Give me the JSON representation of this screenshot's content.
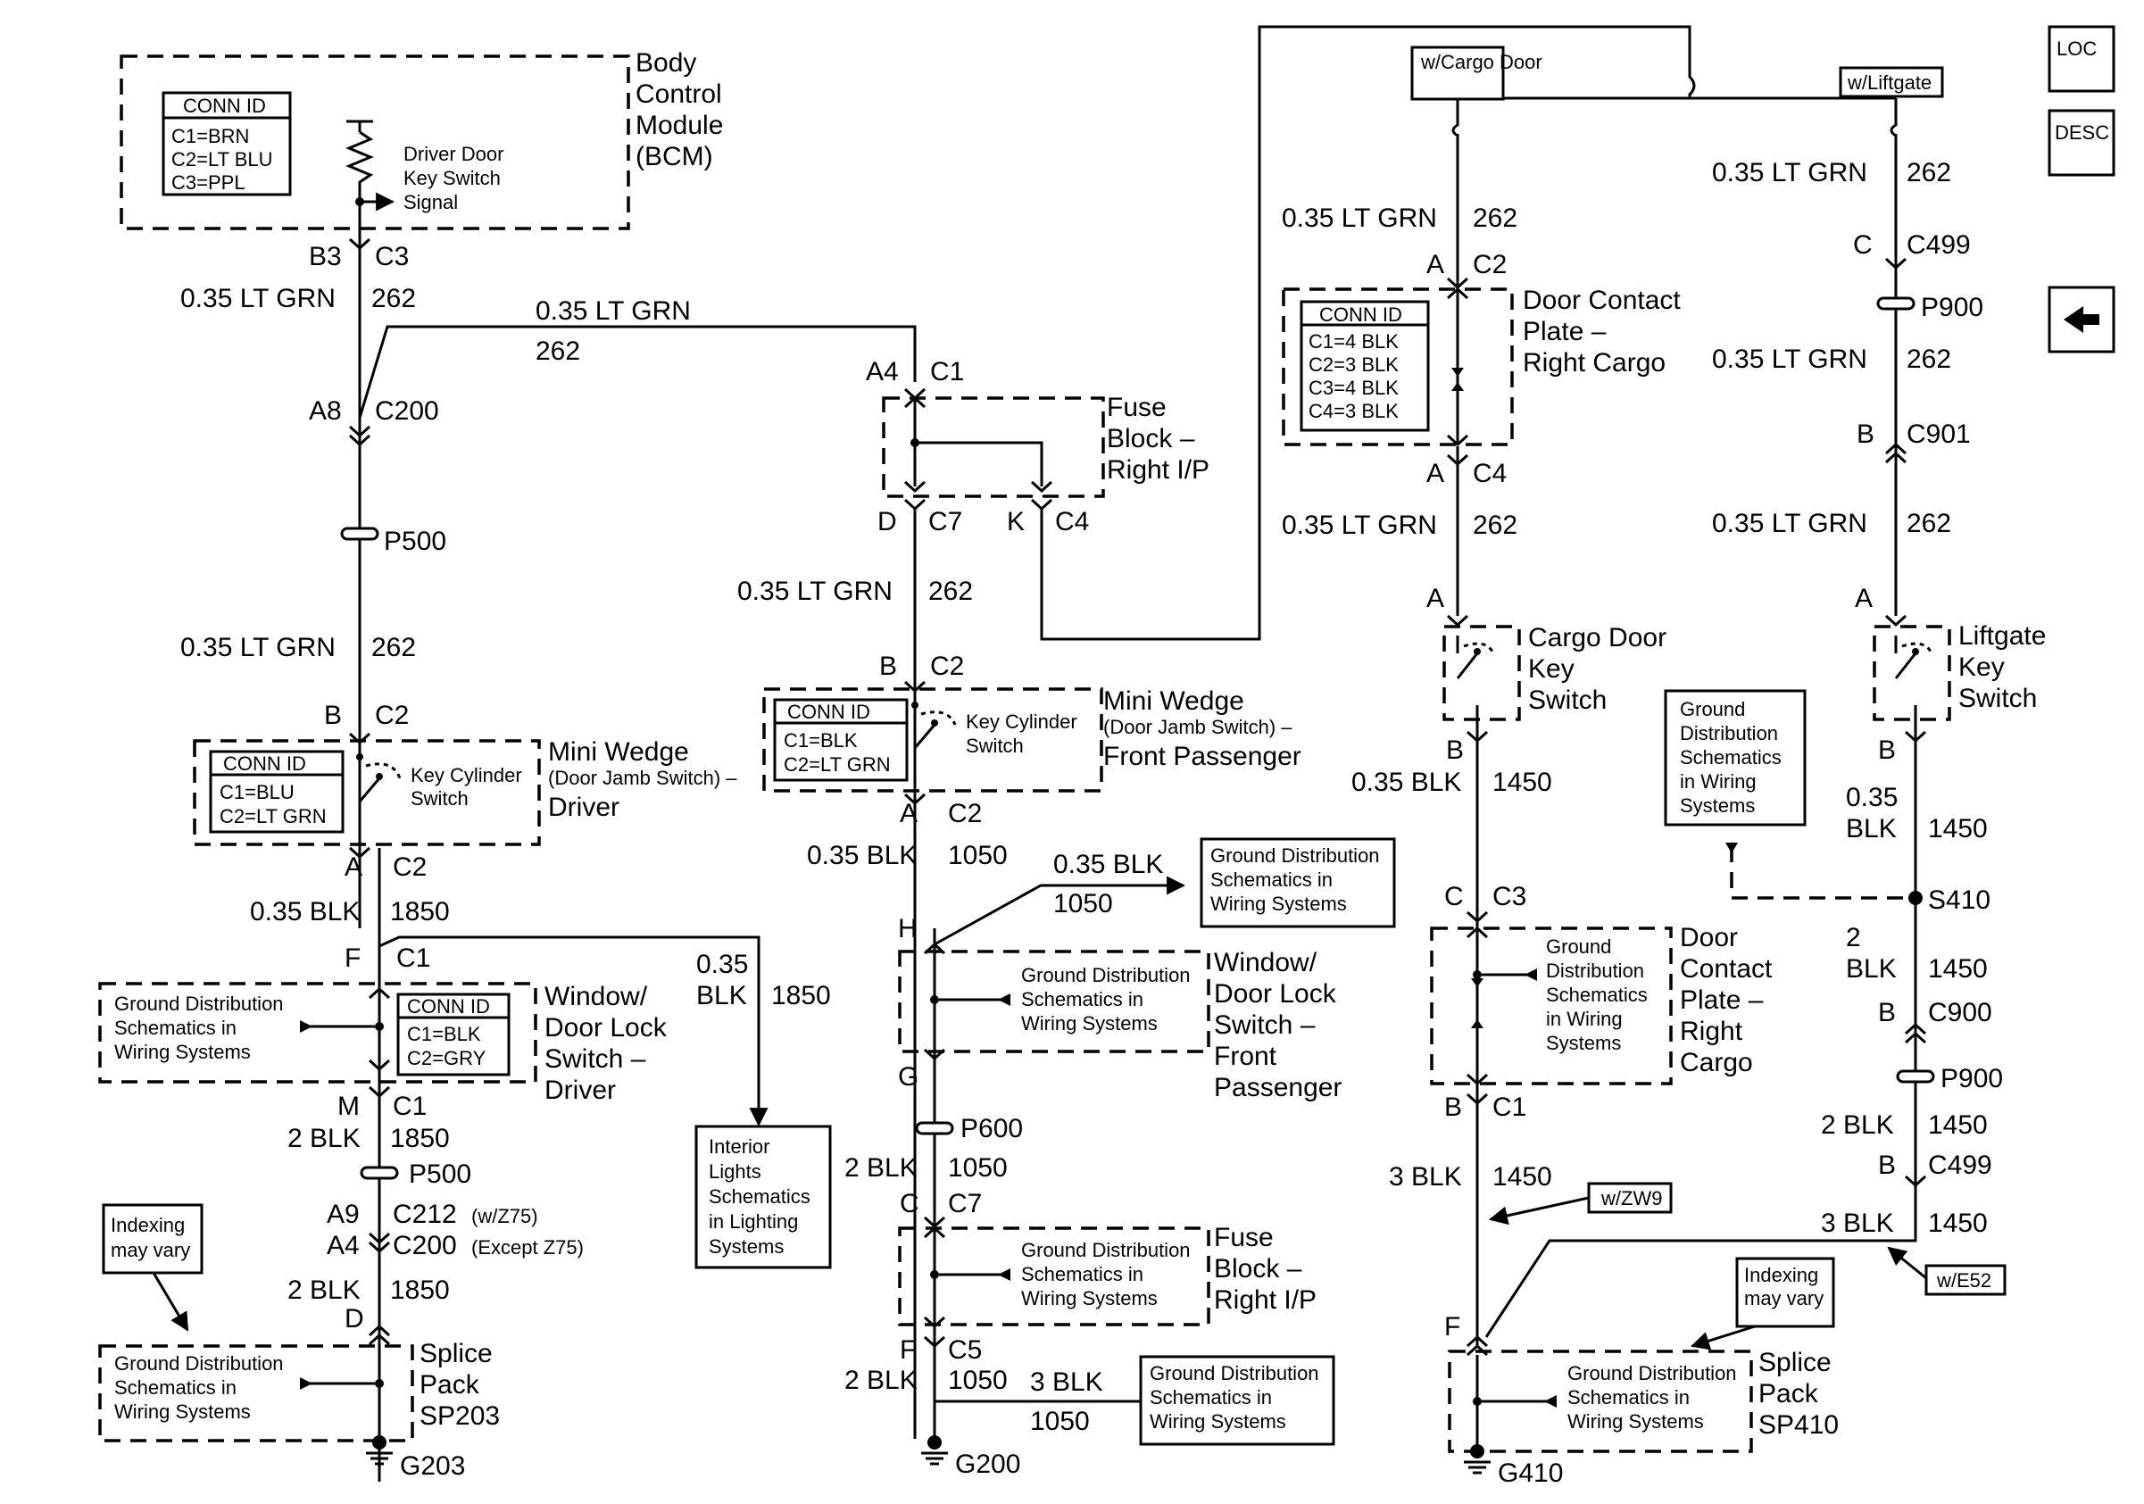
{
  "nav": {
    "loc": "LOC",
    "desc": "DESC",
    "back_icon": "left-arrow-icon"
  },
  "variants": {
    "cargo": "w/Cargo Door",
    "liftgate": "w/Liftgate",
    "zw9": "w/ZW9",
    "e52": "w/E52"
  },
  "bcm": {
    "title": [
      "Body",
      "Control",
      "Module",
      "(BCM)"
    ],
    "conn_id": [
      "CONN ID",
      "C1=BRN",
      "C2=LT BLU",
      "C3=PPL"
    ],
    "signal": [
      "Driver Door",
      "Key Switch",
      "Signal"
    ],
    "pin": "B3",
    "conn": "C3"
  },
  "driver": {
    "wire_a": [
      "0.35 LT GRN",
      "262"
    ],
    "c200": [
      "A8",
      "C200"
    ],
    "p500": "P500",
    "wire_b": [
      "0.35 LT GRN",
      "262"
    ],
    "top_conn": [
      "B",
      "C2"
    ],
    "mini_wedge": {
      "title": "Mini Wedge",
      "sub": "(Door Jamb Switch) –",
      "title2": "Driver",
      "conn_id": [
        "CONN ID",
        "C1=BLU",
        "C2=LT GRN"
      ],
      "switch": [
        "Key Cylinder",
        "Switch"
      ]
    },
    "bot_conn": [
      "A",
      "C2"
    ],
    "wire_c": [
      "0.35 BLK",
      "1850"
    ],
    "wdls_in": [
      "F",
      "C1"
    ],
    "branch": [
      "0.35",
      "BLK",
      "1850"
    ],
    "wdls": {
      "title": [
        "Window/",
        "Door Lock",
        "Switch –",
        "Driver"
      ],
      "conn_id": [
        "CONN ID",
        "C1=BLK",
        "C2=GRY"
      ],
      "gd": [
        "Ground Distribution",
        "Schematics in",
        "Wiring Systems"
      ]
    },
    "interior": [
      "Interior",
      "Lights",
      "Schematics",
      "in Lighting",
      "Systems"
    ],
    "wdls_out": [
      "M",
      "C1"
    ],
    "wire_d": [
      "2 BLK",
      "1850"
    ],
    "p500b": "P500",
    "c212": [
      "A9",
      "C212",
      "(w/Z75)"
    ],
    "c200b": [
      "A4",
      "C200",
      "(Except Z75)"
    ],
    "wire_e": [
      "2 BLK",
      "1850"
    ],
    "splice_in": "D",
    "indexing": [
      "Indexing",
      "may vary"
    ],
    "splice": {
      "title": [
        "Splice",
        "Pack",
        "SP203"
      ],
      "gd": [
        "Ground Distribution",
        "Schematics in",
        "Wiring Systems"
      ]
    },
    "ground": "G203"
  },
  "passenger": {
    "wire_top": [
      "0.35 LT GRN",
      "262"
    ],
    "fuse_in": [
      "A4",
      "C1"
    ],
    "fuse_title": [
      "Fuse",
      "Block –",
      "Right I/P"
    ],
    "fuse_out_a": [
      "D",
      "C7"
    ],
    "fuse_out_b": [
      "K",
      "C4"
    ],
    "wire_a": [
      "0.35 LT GRN",
      "262"
    ],
    "mw_in": [
      "B",
      "C2"
    ],
    "mini_wedge": {
      "title": "Mini Wedge",
      "sub": "(Door Jamb Switch) –",
      "title2": "Front Passenger",
      "conn_id": [
        "CONN ID",
        "C1=BLK",
        "C2=LT GRN"
      ],
      "switch": [
        "Key Cylinder",
        "Switch"
      ]
    },
    "mw_out": [
      "A",
      "C2"
    ],
    "wire_b": [
      "0.35 BLK",
      "1050"
    ],
    "wire_b2": [
      "0.35 BLK",
      "1050"
    ],
    "gd_box": [
      "Ground Distribution",
      "Schematics in",
      "Wiring Systems"
    ],
    "wdls_in": "H",
    "wdls": {
      "title": [
        "Window/",
        "Door Lock",
        "Switch –",
        "Front",
        "Passenger"
      ],
      "gd": [
        "Ground Distribution",
        "Schematics in",
        "Wiring Systems"
      ]
    },
    "wdls_out": "G",
    "p600": "P600",
    "wire_c": [
      "2 BLK",
      "1050"
    ],
    "fuse2_in": [
      "C",
      "C7"
    ],
    "fuse2": {
      "title": [
        "Fuse",
        "Block –",
        "Right I/P"
      ],
      "gd": [
        "Ground Distribution",
        "Schematics in",
        "Wiring Systems"
      ]
    },
    "fuse2_out": [
      "F",
      "C5"
    ],
    "wire_d": [
      "2 BLK",
      "1050"
    ],
    "wire_d2": [
      "3 BLK",
      "1050"
    ],
    "gd_box2": [
      "Ground Distribution",
      "Schematics in",
      "Wiring Systems"
    ],
    "ground": "G200"
  },
  "cargo": {
    "wire_a": [
      "0.35 LT GRN",
      "262"
    ],
    "dcp_in": [
      "A",
      "C2"
    ],
    "dcp": {
      "title": [
        "Door Contact",
        "Plate –",
        "Right Cargo"
      ],
      "conn_id": [
        "CONN ID",
        "C1=4 BLK",
        "C2=3 BLK",
        "C3=4 BLK",
        "C4=3 BLK"
      ]
    },
    "dcp_out": [
      "A",
      "C4"
    ],
    "wire_b": [
      "0.35 LT GRN",
      "262"
    ],
    "sw_in": "A",
    "switch": [
      "Cargo Door",
      "Key",
      "Switch"
    ],
    "sw_out": "B",
    "wire_c": [
      "0.35 BLK",
      "1450"
    ],
    "dcp2_in": [
      "C",
      "C3"
    ],
    "dcp2": {
      "title": [
        "Door",
        "Contact",
        "Plate –",
        "Right",
        "Cargo"
      ],
      "gd": [
        "Ground",
        "Distribution",
        "Schematics",
        "in Wiring",
        "Systems"
      ]
    },
    "dcp2_out": [
      "B",
      "C1"
    ],
    "wire_d": [
      "3 BLK",
      "1450"
    ],
    "splice_in": "F",
    "indexing": [
      "Indexing",
      "may vary"
    ],
    "splice": {
      "title": [
        "Splice",
        "Pack",
        "SP410"
      ],
      "gd": [
        "Ground Distribution",
        "Schematics in",
        "Wiring Systems"
      ]
    },
    "ground": "G410"
  },
  "liftgate": {
    "wire_a": [
      "0.35 LT GRN",
      "262"
    ],
    "c499": [
      "C",
      "C499"
    ],
    "p900": "P900",
    "wire_b": [
      "0.35 LT GRN",
      "262"
    ],
    "c901": [
      "B",
      "C901"
    ],
    "wire_c": [
      "0.35 LT GRN",
      "262"
    ],
    "sw_in": "A",
    "switch": [
      "Liftgate",
      "Key",
      "Switch"
    ],
    "sw_out": "B",
    "wire_d": [
      "0.35",
      "BLK",
      "1450"
    ],
    "gd_box": [
      "Ground",
      "Distribution",
      "Schematics",
      "in Wiring",
      "Systems"
    ],
    "s410": "S410",
    "wire_e": [
      "2",
      "BLK",
      "1450"
    ],
    "c900": [
      "B",
      "C900"
    ],
    "p900b": "P900",
    "wire_f": [
      "2 BLK",
      "1450"
    ],
    "c499b": [
      "B",
      "C499"
    ],
    "wire_g": [
      "3 BLK",
      "1450"
    ]
  }
}
